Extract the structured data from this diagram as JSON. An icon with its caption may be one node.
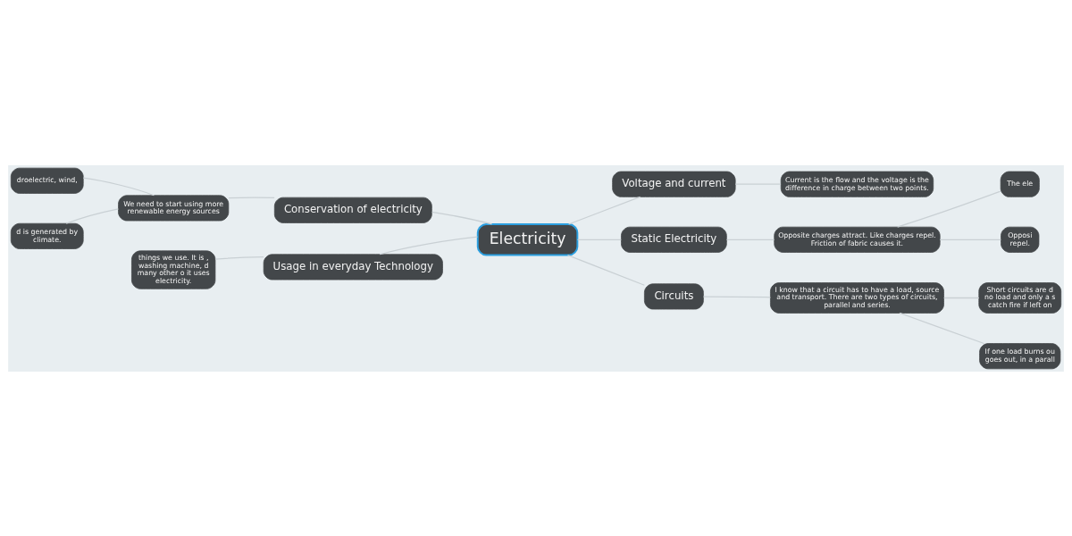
{
  "diagram": {
    "nodes": [
      {
        "text": [
          "Electricity"
        ]
      },
      {
        "text": [
          "Conservation of electricity"
        ]
      },
      {
        "text": [
          "We need to start using more renewable energy sources"
        ]
      },
      {
        "text": [
          "droelectric, wind,"
        ]
      },
      {
        "text": [
          "d is generated by climate."
        ]
      },
      {
        "text": [
          "Usage in everyday Technology"
        ]
      },
      {
        "text": [
          "things we use. It is , washing machine, d many other o it uses electricity."
        ]
      },
      {
        "text": [
          "Voltage and current"
        ]
      },
      {
        "text": [
          "Current is the flow and the voltage is the difference in charge between two points."
        ]
      },
      {
        "text": [
          "Static Electricity"
        ]
      },
      {
        "text": [
          "Opposite charges attract. Like charges repel. Friction of fabric causes it."
        ]
      },
      {
        "text": [
          "The ele"
        ]
      },
      {
        "text": [
          "Opposi repel."
        ]
      },
      {
        "text": [
          "Circuits"
        ]
      },
      {
        "text": [
          "I know that a circuit has to have a load, source and transport. There are two types of circuits, parallel and series."
        ]
      },
      {
        "text": [
          "Short circuits are d no load and only a s catch fire if left on"
        ]
      },
      {
        "text": [
          "If one load burns ou goes out, in a parall"
        ]
      }
    ],
    "edges": [
      {
        "from": 0,
        "to": 1,
        "arrow": "none"
      },
      {
        "from": 1,
        "to": 2,
        "arrow": "none"
      },
      {
        "from": 2,
        "to": 3,
        "arrow": "none"
      },
      {
        "from": 2,
        "to": 4,
        "arrow": "none"
      },
      {
        "from": 0,
        "to": 5,
        "arrow": "none"
      },
      {
        "from": 5,
        "to": 6,
        "arrow": "none"
      },
      {
        "from": 0,
        "to": 7,
        "arrow": "none"
      },
      {
        "from": 7,
        "to": 8,
        "arrow": "none"
      },
      {
        "from": 0,
        "to": 9,
        "arrow": "none"
      },
      {
        "from": 9,
        "to": 10,
        "arrow": "none"
      },
      {
        "from": 10,
        "to": 11,
        "arrow": "none"
      },
      {
        "from": 10,
        "to": 12,
        "arrow": "none"
      },
      {
        "from": 0,
        "to": 13,
        "arrow": "none"
      },
      {
        "from": 13,
        "to": 14,
        "arrow": "none"
      },
      {
        "from": 14,
        "to": 15,
        "arrow": "none"
      },
      {
        "from": 14,
        "to": 16,
        "arrow": "none"
      }
    ]
  }
}
